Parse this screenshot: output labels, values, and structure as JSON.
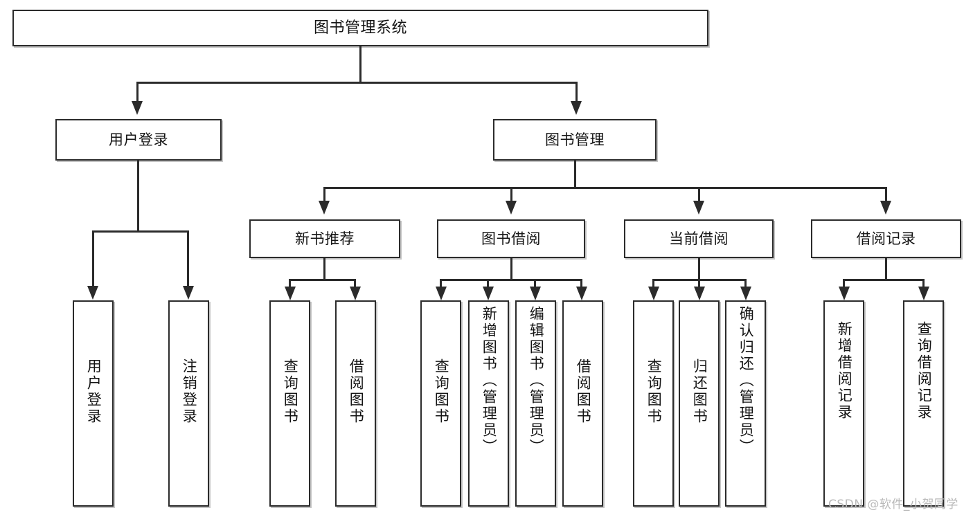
{
  "diagram": {
    "type": "tree-hierarchy",
    "title": "图书管理系统",
    "watermark": "CSDN @软件_小贺同学",
    "colors": {
      "border": "#2b2b2b",
      "background": "#ffffff",
      "text": "#141414",
      "watermark": "#b9b9b9"
    },
    "nodes": {
      "root": {
        "label": "图书管理系统"
      },
      "level2": [
        {
          "id": "user-login",
          "label": "用户登录"
        },
        {
          "id": "book-manage",
          "label": "图书管理"
        }
      ],
      "level3": [
        {
          "id": "new-book-recommend",
          "label": "新书推荐"
        },
        {
          "id": "book-borrow",
          "label": "图书借阅"
        },
        {
          "id": "current-borrow",
          "label": "当前借阅"
        },
        {
          "id": "borrow-record",
          "label": "借阅记录"
        }
      ],
      "leaves": {
        "user-login": [
          {
            "id": "leaf-user-login",
            "label": "用户登录"
          },
          {
            "id": "leaf-logout",
            "label": "注销登录"
          }
        ],
        "new-book-recommend": [
          {
            "id": "leaf-query-book-1",
            "label": "查询图书"
          },
          {
            "id": "leaf-borrow-book-1",
            "label": "借阅图书"
          }
        ],
        "book-borrow": [
          {
            "id": "leaf-query-book-2",
            "label": "查询图书"
          },
          {
            "id": "leaf-add-book",
            "label": "新增图书（管理员）"
          },
          {
            "id": "leaf-edit-book",
            "label": "编辑图书（管理员）"
          },
          {
            "id": "leaf-borrow-book-2",
            "label": "借阅图书"
          }
        ],
        "current-borrow": [
          {
            "id": "leaf-query-book-3",
            "label": "查询图书"
          },
          {
            "id": "leaf-return-book",
            "label": "归还图书"
          },
          {
            "id": "leaf-confirm-return",
            "label": "确认归还（管理员）"
          }
        ],
        "borrow-record": [
          {
            "id": "leaf-add-record",
            "label": "新增借阅记录"
          },
          {
            "id": "leaf-query-record",
            "label": "查询借阅记录"
          }
        ]
      }
    }
  }
}
